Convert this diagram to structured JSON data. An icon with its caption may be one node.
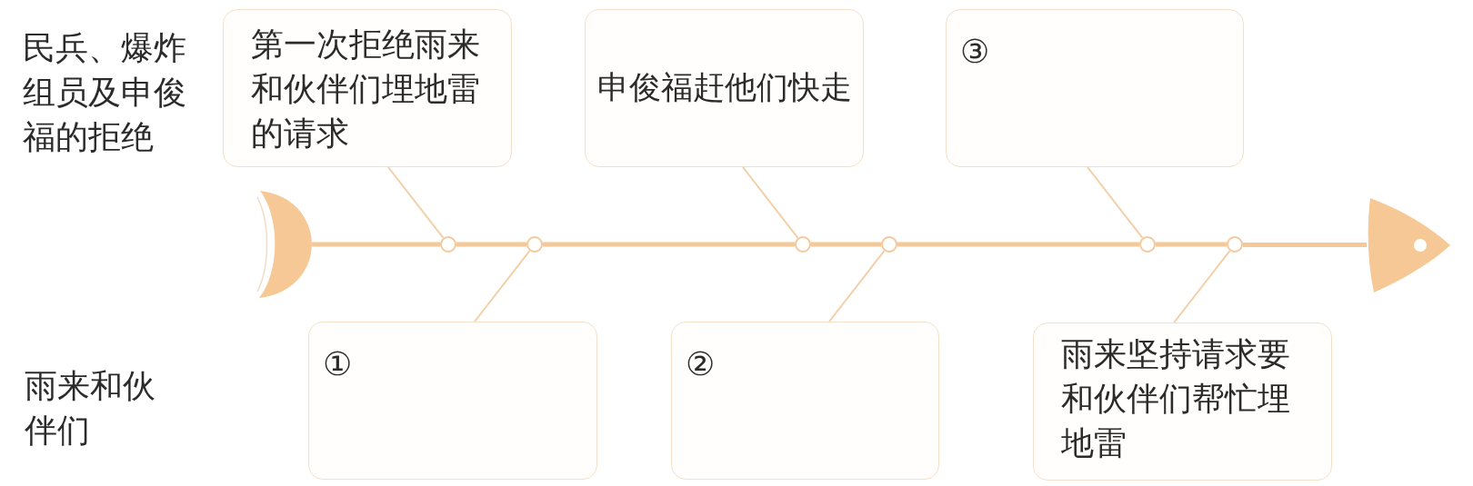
{
  "diagram": {
    "nodes": [
      {
        "text": [
          "第一次拒绝雨来和伙伴们埋地雷的请求"
        ]
      },
      {
        "text": [
          "申俊福赶他们快走"
        ]
      },
      {
        "text": [
          "③"
        ]
      },
      {
        "text": [],
        "shape": "crescent"
      },
      {
        "text": [],
        "shape": "circle"
      },
      {
        "text": [],
        "shape": "circle"
      },
      {
        "text": [],
        "shape": "circle"
      },
      {
        "text": [],
        "shape": "circle"
      },
      {
        "text": [],
        "shape": "circle"
      },
      {
        "text": [],
        "shape": "circle"
      },
      {
        "text": [],
        "shape": "triangle"
      },
      {
        "text": [
          "①"
        ]
      },
      {
        "text": [
          "②"
        ]
      },
      {
        "text": [
          "雨来坚持请求要和伙伴们帮忙埋地雷"
        ]
      }
    ],
    "edges": [
      {
        "from": 0,
        "to": 4,
        "arrow": "none"
      },
      {
        "from": 1,
        "to": 6,
        "arrow": "none"
      },
      {
        "from": 2,
        "to": 8,
        "arrow": "none"
      },
      {
        "from": 11,
        "to": 5,
        "arrow": "none"
      },
      {
        "from": 12,
        "to": 7,
        "arrow": "none"
      },
      {
        "from": 13,
        "to": 9,
        "arrow": "none"
      },
      {
        "from": 3,
        "to": 4,
        "arrow": "none"
      },
      {
        "from": 4,
        "to": 5,
        "arrow": "none"
      },
      {
        "from": 5,
        "to": 6,
        "arrow": "none"
      },
      {
        "from": 6,
        "to": 7,
        "arrow": "none"
      },
      {
        "from": 7,
        "to": 8,
        "arrow": "none"
      },
      {
        "from": 8,
        "to": 9,
        "arrow": "none"
      },
      {
        "from": 9,
        "to": 10,
        "arrow": "none"
      }
    ],
    "labels": [
      "民兵、爆炸组员及申俊福的拒绝",
      "雨来和伙伴们"
    ]
  }
}
